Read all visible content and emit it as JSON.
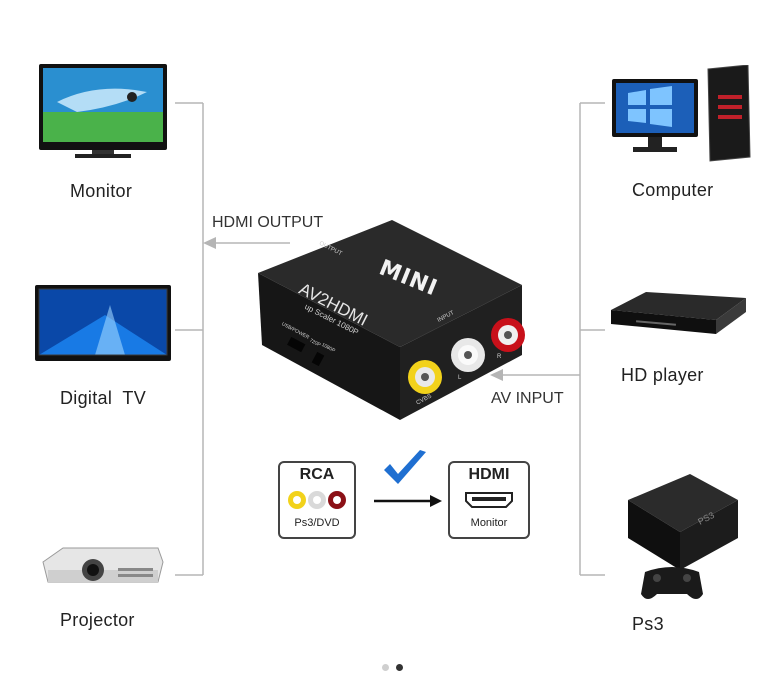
{
  "left_devices": [
    {
      "name": "Monitor"
    },
    {
      "name": "Digital  TV"
    },
    {
      "name": "Projector"
    }
  ],
  "right_devices": [
    {
      "name": "Computer"
    },
    {
      "name": "HD player"
    },
    {
      "name": "Ps3"
    }
  ],
  "flows": {
    "output_label": "HDMI OUTPUT",
    "input_label": "AV INPUT"
  },
  "adapter": {
    "brand": "MINI",
    "model": "AV2HDMI",
    "subtitle": "up Scaler 1080P",
    "output_port_label": "OUTPUT",
    "input_port_label": "INPUT",
    "usb_label": "USB/POWER",
    "switch_label_1": "720P",
    "switch_label_2": "1080P",
    "cvbs_label": "CVBS",
    "l_label": "L",
    "r_label": "R"
  },
  "conversion": {
    "rca_title": "RCA",
    "rca_caption": "Ps3/DVD",
    "hdmi_title": "HDMI",
    "hdmi_caption": "Monitor"
  },
  "carousel": {
    "page_count": 2,
    "active_index": 1
  },
  "colors": {
    "line": "#b5b5b5",
    "check": "#1f6fd1",
    "adapter_body": "#1d1d1d",
    "rca_yellow": "#f2d21b",
    "rca_white": "#e8e8e8",
    "rca_red": "#c8101a"
  }
}
